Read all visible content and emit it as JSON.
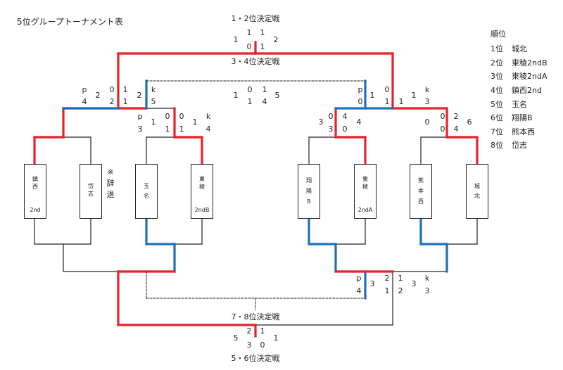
{
  "title": "5位グループトーナメント表",
  "finals": {
    "f12": "1・2位決定戦",
    "f34": "3・4位決定戦",
    "f78": "7・8位決定戦",
    "f56": "5・6位決定戦"
  },
  "ranking": {
    "title": "順位",
    "items": [
      {
        "pos": "1位",
        "team": "城北"
      },
      {
        "pos": "2位",
        "team": "東稜2ndB"
      },
      {
        "pos": "3位",
        "team": "東稜2ndA"
      },
      {
        "pos": "4位",
        "team": "鎮西2nd"
      },
      {
        "pos": "5位",
        "team": "玉名"
      },
      {
        "pos": "6位",
        "team": "翔陽B"
      },
      {
        "pos": "7位",
        "team": "熊本西"
      },
      {
        "pos": "8位",
        "team": "岱志"
      }
    ]
  },
  "teams": [
    {
      "l1": "鎮",
      "l2": "西",
      "l3": "",
      "l4": "2nd"
    },
    {
      "l1": "岱",
      "l2": "志",
      "l3": "",
      "l4": ""
    },
    {
      "l1": "玉",
      "l2": "名",
      "l3": "",
      "l4": ""
    },
    {
      "l1": "東",
      "l2": "稜",
      "l3": "",
      "l4": "2ndB"
    },
    {
      "l1": "翔",
      "l2": "陽",
      "l3": "B",
      "l4": ""
    },
    {
      "l1": "東",
      "l2": "稜",
      "l3": "",
      "l4": "2ndA"
    },
    {
      "l1": "熊",
      "l2": "本",
      "l3": "西",
      "l4": ""
    },
    {
      "l1": "城",
      "l2": "北",
      "l3": "",
      "l4": ""
    }
  ],
  "withdrawn_note": [
    "※",
    "辞",
    "退"
  ],
  "scores": {
    "final12": [
      "1",
      "1",
      "2",
      "1",
      "0",
      "1"
    ],
    "sf_left": [
      "p",
      "2",
      "0",
      "1",
      "2",
      "k",
      "4",
      "2",
      "1",
      "5"
    ],
    "sf_left_mid": [
      "p",
      "1",
      "0",
      "0",
      "1",
      "k",
      "3",
      "1",
      "1",
      "4"
    ],
    "third_place": [
      "1",
      "0",
      "1",
      "5",
      "1",
      "4"
    ],
    "sf_right": [
      "p",
      "1",
      "0",
      "1",
      "k",
      "0",
      "1",
      "1",
      "3"
    ],
    "right_matches": [
      "3",
      "0",
      "4",
      "0",
      "2",
      "6",
      "3",
      "0",
      "4",
      "0",
      "0",
      "4"
    ],
    "lower_right": [
      "p",
      "3",
      "2",
      "1",
      "3",
      "k",
      "4",
      "1",
      "2",
      "3"
    ],
    "final56": [
      "5",
      "2",
      "1",
      "1",
      "3",
      "0"
    ]
  }
}
